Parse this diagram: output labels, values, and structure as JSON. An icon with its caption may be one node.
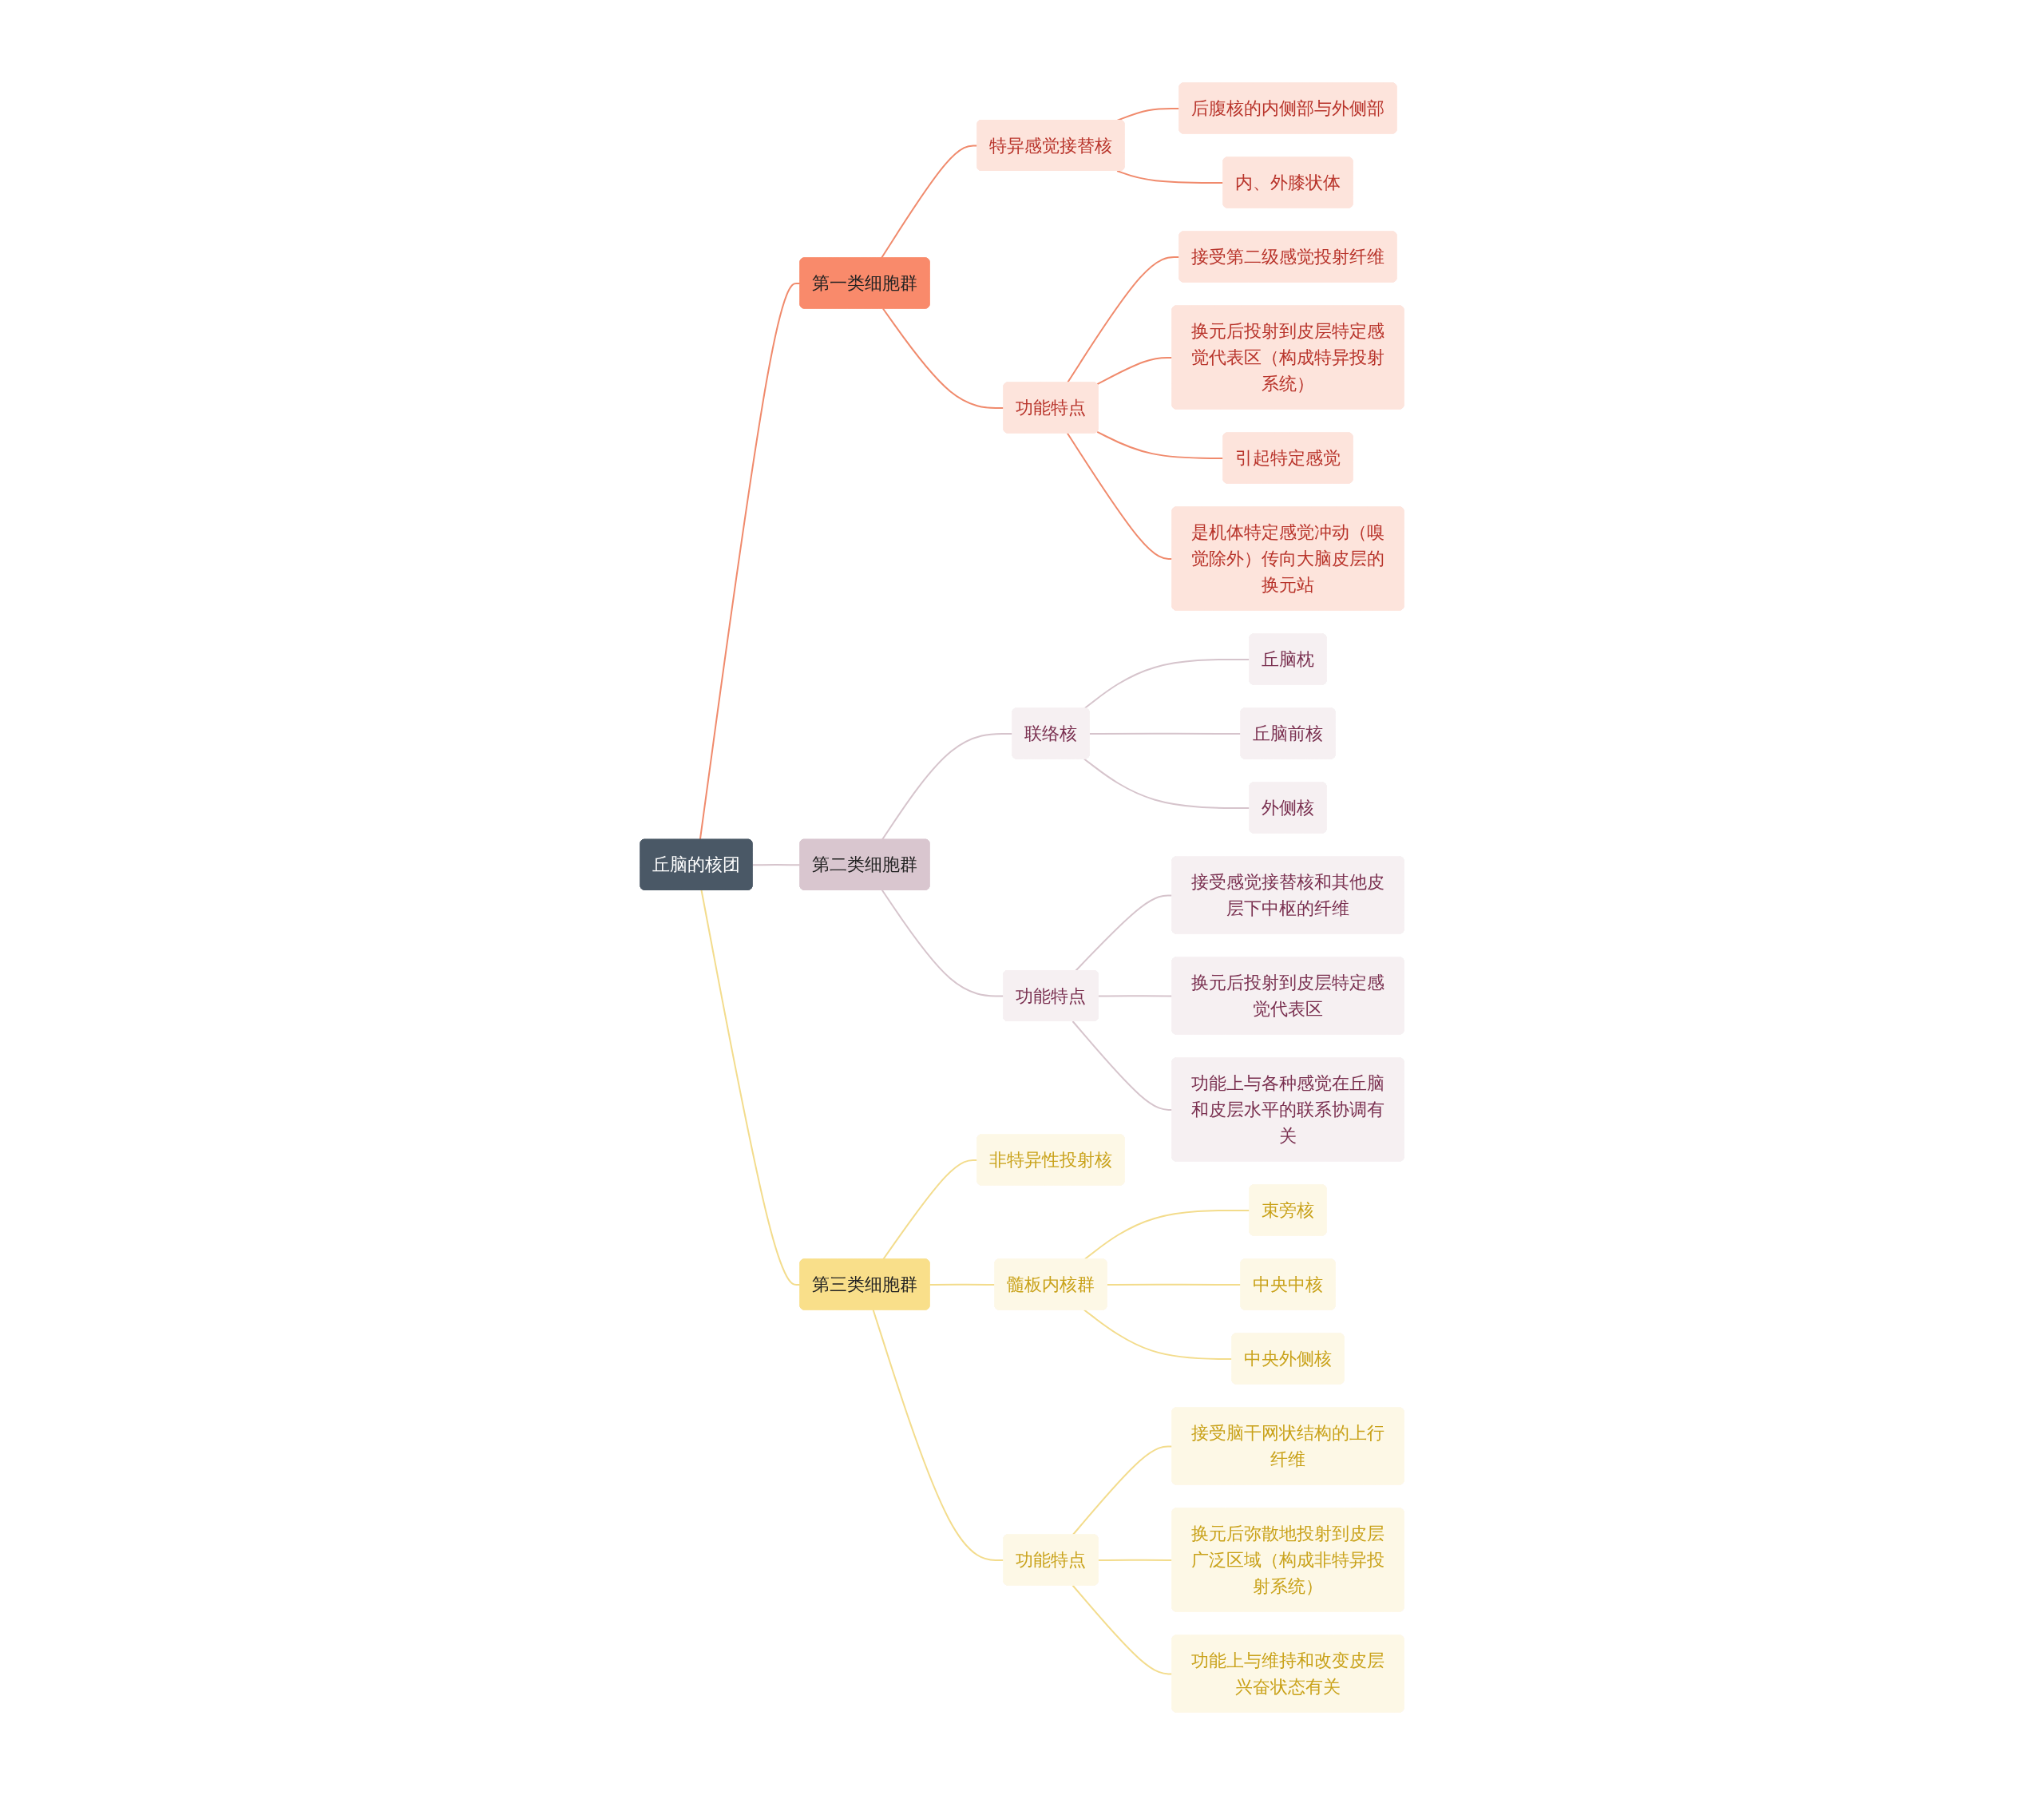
{
  "diagram": {
    "nodes": [
      {
        "text": [
          "丘脑的核团"
        ]
      },
      {
        "text": [
          "第一类细胞群"
        ]
      },
      {
        "text": [
          "特异感觉接替核"
        ]
      },
      {
        "text": [
          "后腹核的内侧部与外侧部"
        ]
      },
      {
        "text": [
          "内、外膝状体"
        ]
      },
      {
        "text": [
          "功能特点"
        ]
      },
      {
        "text": [
          "接受第二级感觉投射纤维"
        ]
      },
      {
        "text": [
          "换元后投射到皮层特定感觉代表区（构成特异投射系统）"
        ]
      },
      {
        "text": [
          "引起特定感觉"
        ]
      },
      {
        "text": [
          "是机体特定感觉冲动（嗅觉除外）传向大脑皮层的换元站"
        ]
      },
      {
        "text": [
          "第二类细胞群"
        ]
      },
      {
        "text": [
          "联络核"
        ]
      },
      {
        "text": [
          "丘脑枕"
        ]
      },
      {
        "text": [
          "丘脑前核"
        ]
      },
      {
        "text": [
          "外侧核"
        ]
      },
      {
        "text": [
          "功能特点"
        ]
      },
      {
        "text": [
          "接受感觉接替核和其他皮层下中枢的纤维"
        ]
      },
      {
        "text": [
          "换元后投射到皮层特定感觉代表区"
        ]
      },
      {
        "text": [
          "功能上与各种感觉在丘脑和皮层水平的联系协调有关"
        ]
      },
      {
        "text": [
          "第三类细胞群"
        ]
      },
      {
        "text": [
          "非特异性投射核"
        ]
      },
      {
        "text": [
          "髓板内核群"
        ]
      },
      {
        "text": [
          "束旁核"
        ]
      },
      {
        "text": [
          "中央中核"
        ]
      },
      {
        "text": [
          "中央外侧核"
        ]
      },
      {
        "text": [
          "功能特点"
        ]
      },
      {
        "text": [
          "接受脑干网状结构的上行纤维"
        ]
      },
      {
        "text": [
          "换元后弥散地投射到皮层广泛区域（构成非特异投射系统）"
        ]
      },
      {
        "text": [
          "功能上与维持和改变皮层兴奋状态有关"
        ]
      }
    ],
    "edges": [
      {
        "from": 0,
        "to": 1,
        "arrow": "none",
        "color": "#f08a6c"
      },
      {
        "from": 1,
        "to": 2,
        "arrow": "none",
        "color": "#f08a6c"
      },
      {
        "from": 2,
        "to": 3,
        "arrow": "none",
        "color": "#f08a6c"
      },
      {
        "from": 2,
        "to": 4,
        "arrow": "none",
        "color": "#f08a6c"
      },
      {
        "from": 1,
        "to": 5,
        "arrow": "none",
        "color": "#f08a6c"
      },
      {
        "from": 5,
        "to": 6,
        "arrow": "none",
        "color": "#f08a6c"
      },
      {
        "from": 5,
        "to": 7,
        "arrow": "none",
        "color": "#f08a6c"
      },
      {
        "from": 5,
        "to": 8,
        "arrow": "none",
        "color": "#f08a6c"
      },
      {
        "from": 5,
        "to": 9,
        "arrow": "none",
        "color": "#f08a6c"
      },
      {
        "from": 0,
        "to": 10,
        "arrow": "none",
        "color": "#d6c4cc"
      },
      {
        "from": 10,
        "to": 11,
        "arrow": "none",
        "color": "#d6c4cc"
      },
      {
        "from": 11,
        "to": 12,
        "arrow": "none",
        "color": "#d6c4cc"
      },
      {
        "from": 11,
        "to": 13,
        "arrow": "none",
        "color": "#d6c4cc"
      },
      {
        "from": 11,
        "to": 14,
        "arrow": "none",
        "color": "#d6c4cc"
      },
      {
        "from": 10,
        "to": 15,
        "arrow": "none",
        "color": "#d6c4cc"
      },
      {
        "from": 15,
        "to": 16,
        "arrow": "none",
        "color": "#d6c4cc"
      },
      {
        "from": 15,
        "to": 17,
        "arrow": "none",
        "color": "#d6c4cc"
      },
      {
        "from": 15,
        "to": 18,
        "arrow": "none",
        "color": "#d6c4cc"
      },
      {
        "from": 0,
        "to": 19,
        "arrow": "none",
        "color": "#f3dc8c"
      },
      {
        "from": 19,
        "to": 20,
        "arrow": "none",
        "color": "#f3dc8c"
      },
      {
        "from": 19,
        "to": 21,
        "arrow": "none",
        "color": "#f3dc8c"
      },
      {
        "from": 21,
        "to": 22,
        "arrow": "none",
        "color": "#f3dc8c"
      },
      {
        "from": 21,
        "to": 23,
        "arrow": "none",
        "color": "#f3dc8c"
      },
      {
        "from": 21,
        "to": 24,
        "arrow": "none",
        "color": "#f3dc8c"
      },
      {
        "from": 19,
        "to": 25,
        "arrow": "none",
        "color": "#f3dc8c"
      },
      {
        "from": 25,
        "to": 26,
        "arrow": "none",
        "color": "#f3dc8c"
      },
      {
        "from": 25,
        "to": 27,
        "arrow": "none",
        "color": "#f3dc8c"
      },
      {
        "from": 25,
        "to": 28,
        "arrow": "none",
        "color": "#f3dc8c"
      }
    ]
  }
}
